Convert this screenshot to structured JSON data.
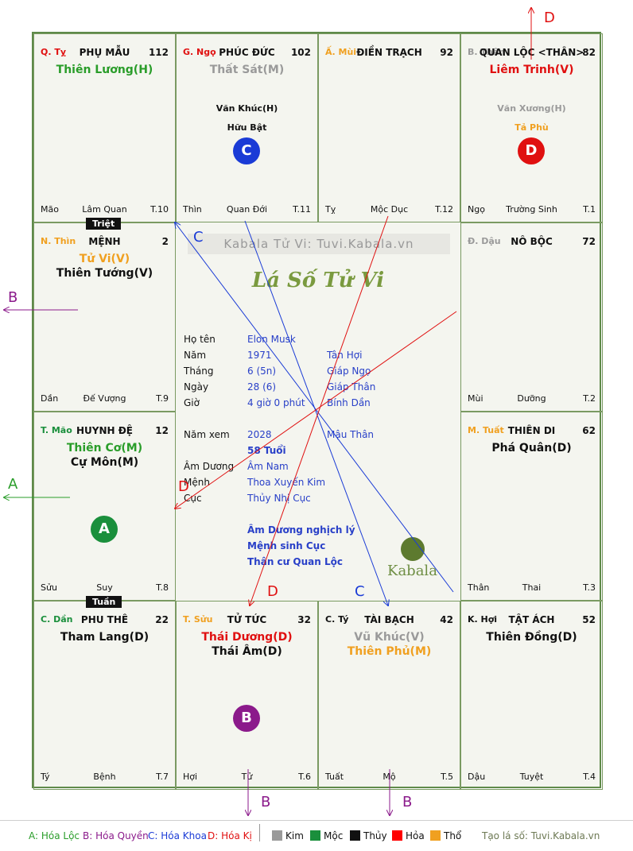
{
  "colors": {
    "loc": "#2a9d2a",
    "quyen": "#8b1a8b",
    "khoa": "#1a3bd6",
    "ki": "#e01010",
    "kim": "#9a9a9a",
    "moc": "#1a8f3c",
    "thuy": "#111111",
    "hoa": "#ff0000",
    "tho": "#f0a020"
  },
  "cells": [
    {
      "can": "Q. Tỵ",
      "palace": "PHỤ MẪU",
      "num": "112",
      "stars": [
        {
          "t": "Thiên Lương(H)",
          "c": "#2a9d2a"
        }
      ],
      "minor": [],
      "circle": "",
      "foot": [
        "Mão",
        "Lâm Quan",
        "T.10"
      ]
    },
    {
      "can": "G. Ngọ",
      "palace": "PHÚC ĐỨC",
      "num": "102",
      "stars": [
        {
          "t": "Thất Sát(M)",
          "c": "#9a9a9a"
        }
      ],
      "minor": [
        {
          "t": "Văn Khúc(H)",
          "c": "#111"
        },
        {
          "t": "Hữu Bật",
          "c": "#111"
        }
      ],
      "circle": "C",
      "foot": [
        "Thìn",
        "Quan Đới",
        "T.11"
      ]
    },
    {
      "can": "Ấ. Mùi",
      "palace": "ĐIỀN TRẠCH",
      "num": "92",
      "stars": [],
      "minor": [],
      "circle": "",
      "foot": [
        "Tỵ",
        "Mộc Dục",
        "T.12"
      ]
    },
    {
      "can": "B. Thân",
      "palace": "QUAN LỘC <THÂN>",
      "num": "82",
      "stars": [
        {
          "t": "Liêm Trinh(V)",
          "c": "#e01010"
        }
      ],
      "minor": [
        {
          "t": "Văn Xương(H)",
          "c": "#9a9a9a"
        },
        {
          "t": "Tả Phù",
          "c": "#f0a020"
        }
      ],
      "circle": "D",
      "foot": [
        "Ngọ",
        "Trường Sinh",
        "T.1"
      ]
    },
    {
      "can": "N. Thìn",
      "palace": "MỆNH",
      "num": "2",
      "stars": [
        {
          "t": "Tử Vi(V)",
          "c": "#f0a020"
        },
        {
          "t": "Thiên Tướng(V)",
          "c": "#111"
        }
      ],
      "minor": [],
      "circle": "",
      "foot": [
        "Dần",
        "Đế Vượng",
        "T.9"
      ]
    },
    {
      "can": "Đ. Dậu",
      "palace": "NÔ BỘC",
      "num": "72",
      "stars": [],
      "minor": [],
      "circle": "",
      "foot": [
        "Mùi",
        "Dưỡng",
        "T.2"
      ]
    },
    {
      "can": "T. Mão",
      "palace": "HUYNH ĐỆ",
      "num": "12",
      "stars": [
        {
          "t": "Thiên Cơ(M)",
          "c": "#2a9d2a"
        },
        {
          "t": "Cự Môn(M)",
          "c": "#111"
        }
      ],
      "minor": [],
      "circle": "A",
      "foot": [
        "Sửu",
        "Suy",
        "T.8"
      ]
    },
    {
      "can": "M. Tuất",
      "palace": "THIÊN DI",
      "num": "62",
      "stars": [
        {
          "t": "Phá Quân(D)",
          "c": "#111"
        }
      ],
      "minor": [],
      "circle": "",
      "foot": [
        "Thân",
        "Thai",
        "T.3"
      ]
    },
    {
      "can": "C. Dần",
      "palace": "PHU THÊ",
      "num": "22",
      "stars": [
        {
          "t": "Tham Lang(D)",
          "c": "#111"
        }
      ],
      "minor": [],
      "circle": "",
      "foot": [
        "Tý",
        "Bệnh",
        "T.7"
      ]
    },
    {
      "can": "T. Sửu",
      "palace": "TỬ TỨC",
      "num": "32",
      "stars": [
        {
          "t": "Thái Dương(D)",
          "c": "#e01010"
        },
        {
          "t": "Thái Âm(D)",
          "c": "#111"
        }
      ],
      "minor": [],
      "circle": "B",
      "foot": [
        "Hợi",
        "Tử",
        "T.6"
      ]
    },
    {
      "can": "C. Tý",
      "palace": "TÀI BẠCH",
      "num": "42",
      "stars": [
        {
          "t": "Vũ Khúc(V)",
          "c": "#9a9a9a"
        },
        {
          "t": "Thiên Phủ(M)",
          "c": "#f0a020"
        }
      ],
      "minor": [],
      "circle": "",
      "foot": [
        "Tuất",
        "Mộ",
        "T.5"
      ]
    },
    {
      "can": "K. Hợi",
      "palace": "TẬT ÁCH",
      "num": "52",
      "stars": [
        {
          "t": "Thiên Đồng(D)",
          "c": "#111"
        }
      ],
      "minor": [],
      "circle": "",
      "foot": [
        "Dậu",
        "Tuyệt",
        "T.4"
      ]
    }
  ],
  "marks": {
    "triet": "Triệt",
    "tuan": "Tuần"
  },
  "center": {
    "watermark": "Kabala Tử Vi: Tuvi.Kabala.vn",
    "logo": "Lá Số Tử Vi",
    "rows": [
      {
        "k": "Họ tên",
        "v": "Elon Musk",
        "v2": ""
      },
      {
        "k": "Năm",
        "v": "1971",
        "v2": "Tân Hợi"
      },
      {
        "k": "Tháng",
        "v": "6  (5n)",
        "v2": "Giáp Ngọ"
      },
      {
        "k": "Ngày",
        "v": "28  (6)",
        "v2": "Giáp Thân"
      },
      {
        "k": "Giờ",
        "v": "4 giờ 0 phút",
        "v2": "Bính Dần"
      },
      {
        "k": "Năm xem",
        "v": "2028",
        "v2": "Mậu Thân"
      },
      {
        "k": "",
        "v": "58 Tuổi",
        "v2": ""
      },
      {
        "k": "Âm Dương",
        "v": "Âm Nam",
        "v2": ""
      },
      {
        "k": "Mệnh",
        "v": "Thoa Xuyến Kim",
        "v2": ""
      },
      {
        "k": "Cục",
        "v": "Thủy Nhị Cục",
        "v2": ""
      }
    ],
    "notes": [
      "Âm Dương nghịch lý",
      "Mệnh sinh Cục",
      "Thân cư Quan Lộc"
    ],
    "brand": "Kabala"
  },
  "arrow_labels": {
    "top": "D",
    "left_b": "B",
    "left_a": "A",
    "bottom1": "B",
    "bottom2": "B",
    "c1": "C",
    "d1": "D",
    "d2": "D",
    "c2": "C"
  },
  "legend": {
    "a": "A: Hóa Lộc",
    "b": "B: Hóa Quyền",
    "c": "C: Hóa Khoa",
    "d": "D: Hóa Kị",
    "kim": "Kim",
    "moc": "Mộc",
    "thuy": "Thủy",
    "hoa": "Hỏa",
    "tho": "Thổ",
    "site": "Tạo lá số: Tuvi.Kabala.vn"
  }
}
